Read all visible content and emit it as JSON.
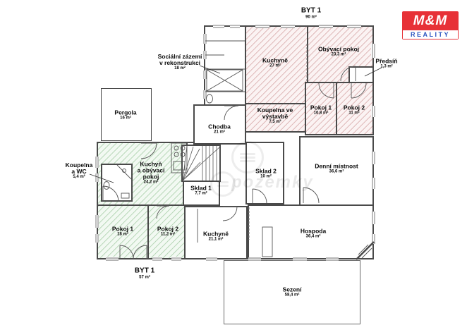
{
  "logo": {
    "mm": "M&M",
    "reality": "REALITY"
  },
  "watermark": {
    "text": "pozemky"
  },
  "sections": {
    "byt1_top": {
      "name": "BYT 1",
      "area": "90 m²"
    },
    "byt1_bottom": {
      "name": "BYT 1",
      "area": "57 m²"
    }
  },
  "rooms": {
    "pergola": {
      "name": "Pergola",
      "area": "16 m²"
    },
    "socialni": {
      "name": "Sociální zázemí",
      "name2": "v rekonstrukci",
      "area": "18 m²"
    },
    "chodba": {
      "name": "Chodba",
      "area": "21 m²"
    },
    "kuchyne_horni": {
      "name": "Kuchyně",
      "area": "27 m²"
    },
    "obyvaci_pokoj": {
      "name": "Obývací pokoj",
      "area": "23,3 m²"
    },
    "predsin": {
      "name": "Předsíň",
      "area": "1,3 m²"
    },
    "koupelna_vystavba": {
      "name": "Koupelna ve",
      "name2": "výstavbě",
      "area": "7,5 m²"
    },
    "pokoj1_horni": {
      "name": "Pokoj 1",
      "area": "10,8 m²"
    },
    "pokoj2_horni": {
      "name": "Pokoj 2",
      "area": "11 m²"
    },
    "koupelna_wc": {
      "name": "Koupelna",
      "name2": "a WC",
      "area": "5,4 m²"
    },
    "kuchyn_obyvaci": {
      "name": "Kuchyň",
      "name2": "a obývací",
      "name3": "pokoj",
      "area": "24,2 m²"
    },
    "pokoj1_dolni": {
      "name": "Pokoj 1",
      "area": "18 m²"
    },
    "pokoj2_dolni": {
      "name": "Pokoj 2",
      "area": "11,2 m²"
    },
    "sklad1": {
      "name": "Sklad 1",
      "area": "7,7 m²"
    },
    "sklad2": {
      "name": "Sklad 2",
      "area": "10 m²"
    },
    "kuchyne_dolni": {
      "name": "Kuchyně",
      "area": "21,1 m²"
    },
    "denni_mistnost": {
      "name": "Denní místnost",
      "area": "36,6 m²"
    },
    "hospoda": {
      "name": "Hospoda",
      "area": "36,4 m²"
    },
    "sezeni": {
      "name": "Sezení",
      "area": "58,4 m²"
    }
  },
  "colors": {
    "wall": "#4a4a4a",
    "hatch_red": "rgba(201,139,139,0.55)",
    "hatch_red_bg": "#fbf3f3",
    "hatch_green": "rgba(150,195,150,0.6)",
    "hatch_green_bg": "#f2f9f2",
    "logo_red": "#e73137",
    "logo_blue": "#2b55c0"
  }
}
